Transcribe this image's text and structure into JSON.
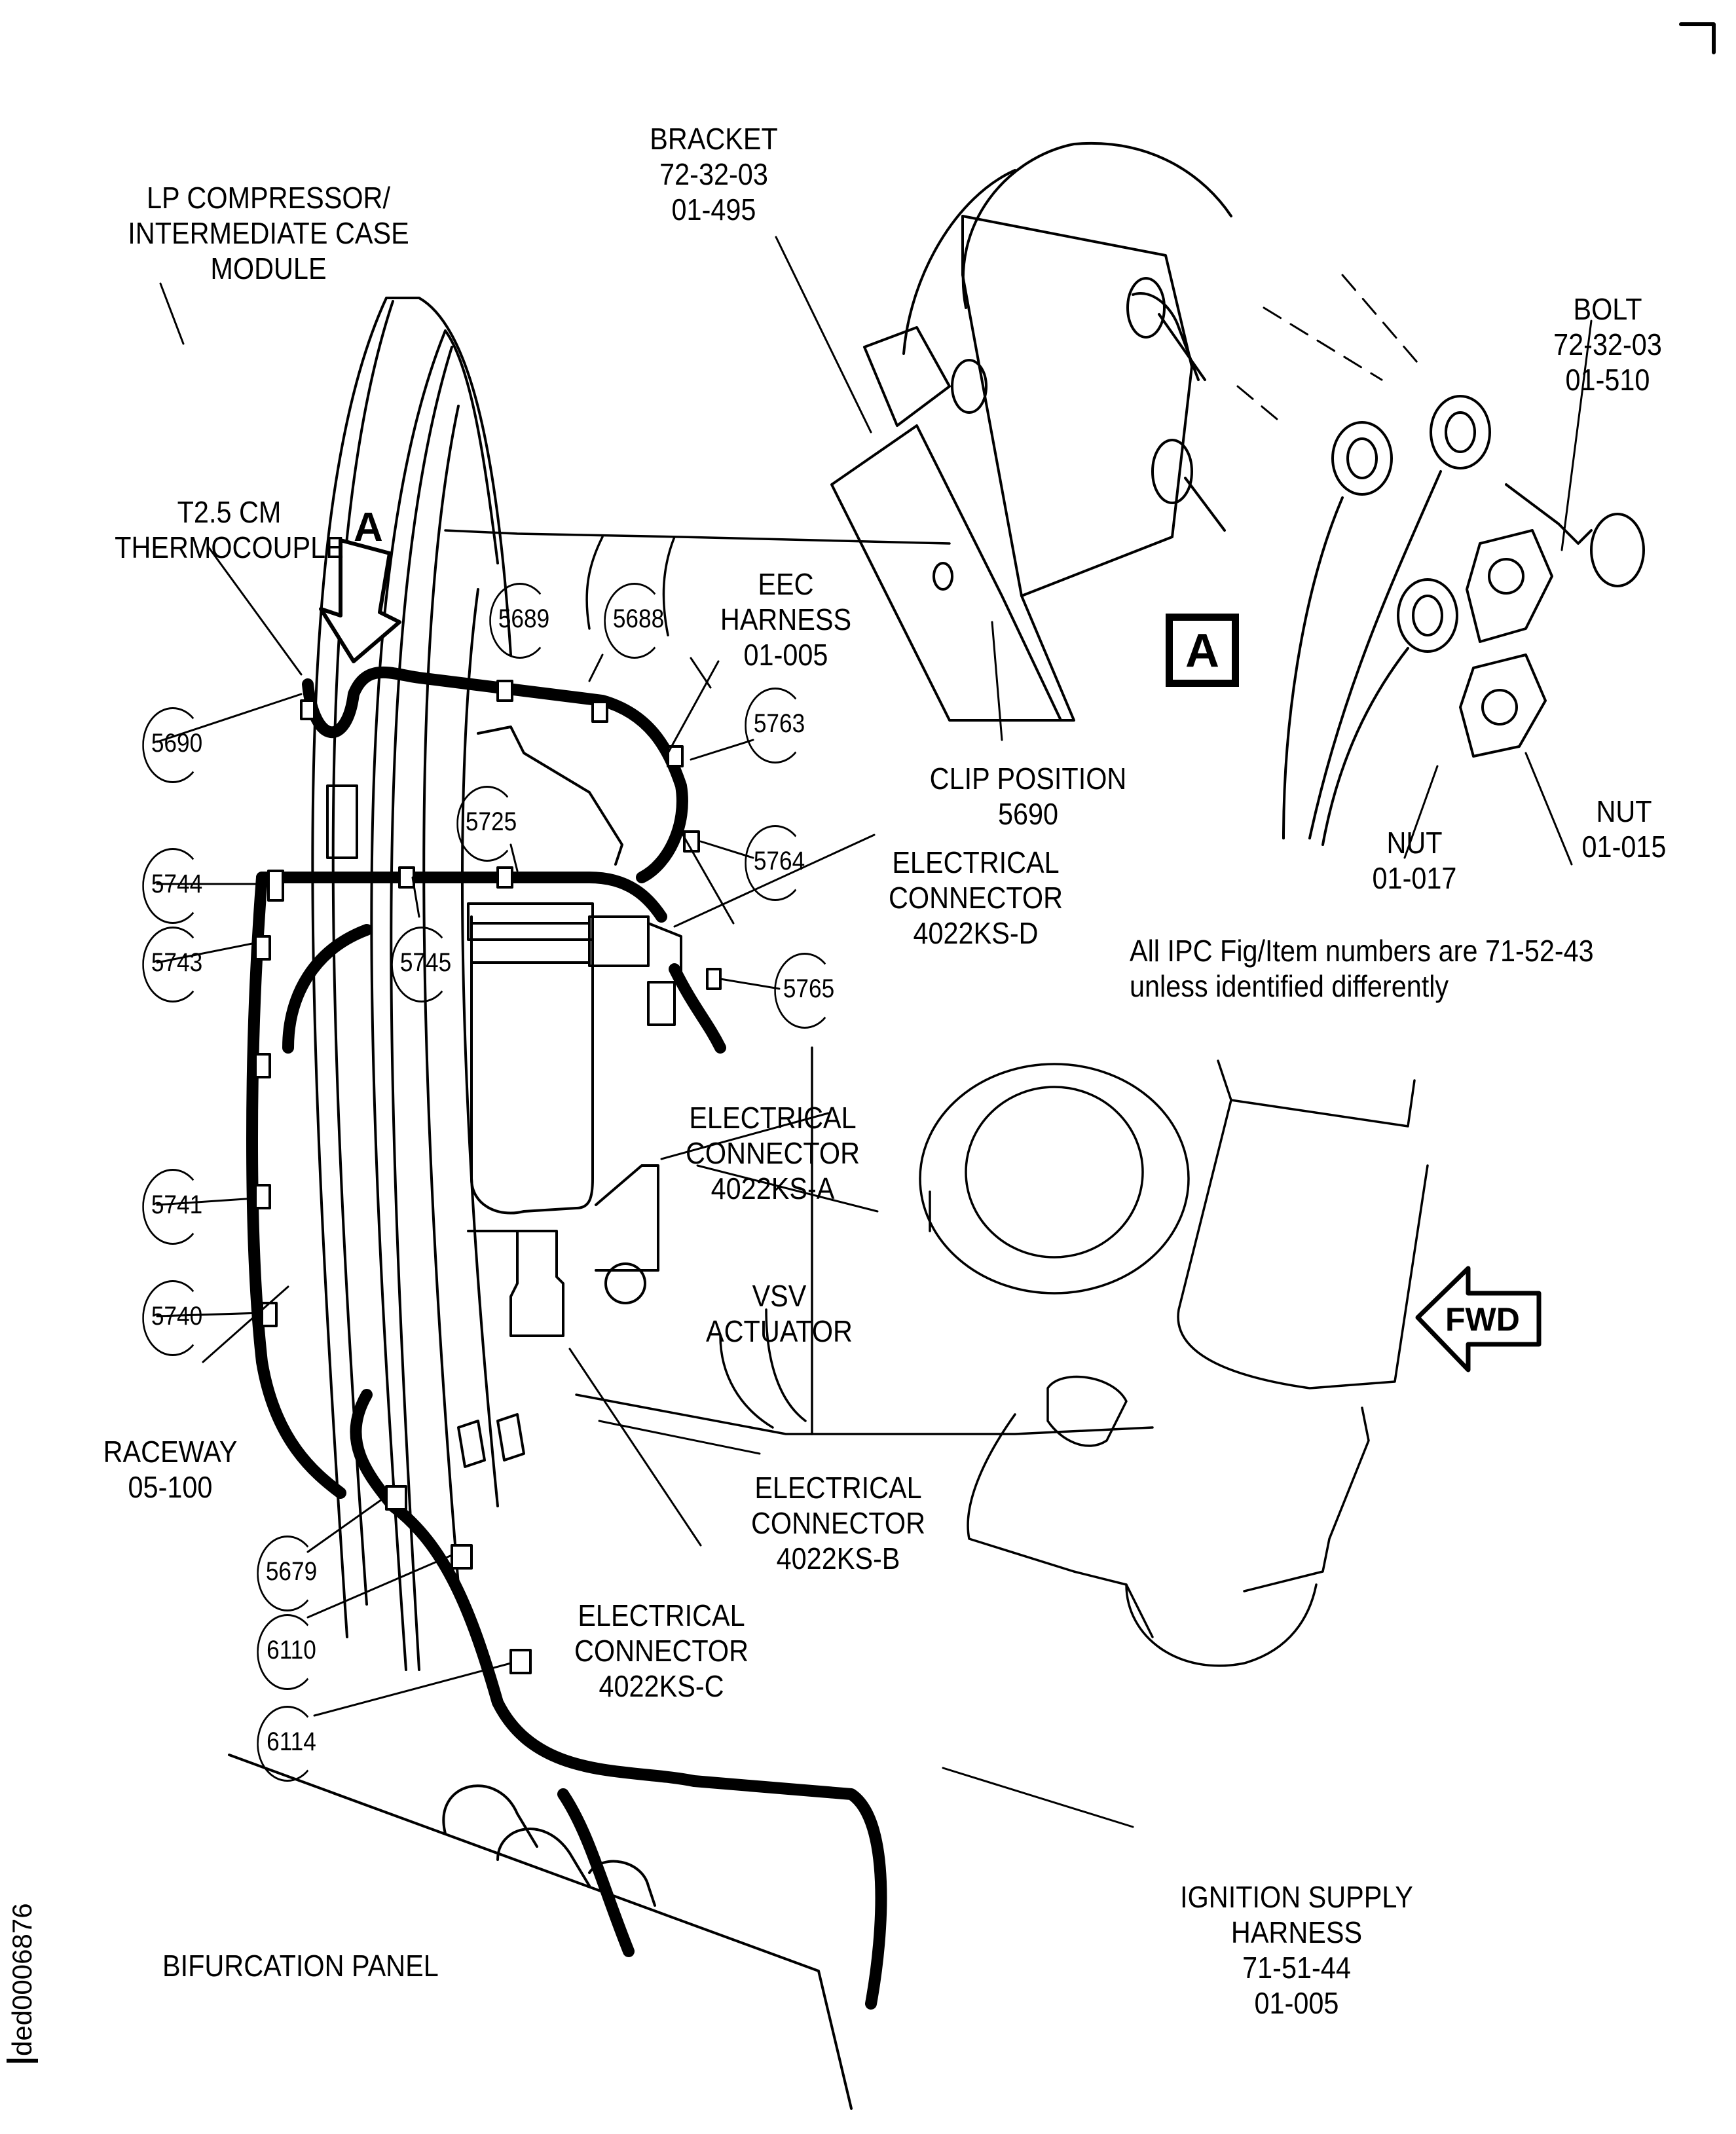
{
  "figure": {
    "document_id": "ded0006876",
    "detail_view_label": "A",
    "section_view_arrow_label": "A",
    "direction_indicator": "FWD",
    "note": "All IPC Fig/Item numbers are 71-52-43\nunless identified differently"
  },
  "labels": {
    "lp_compressor": "LP COMPRESSOR/\nINTERMEDIATE CASE\nMODULE",
    "bracket": "BRACKET\n72-32-03\n01-495",
    "bolt": "BOLT\n72-32-03\n01-510",
    "t25_thermocouple": "T2.5 CM\nTHERMOCOUPLE",
    "eec_harness": "EEC\nHARNESS\n01-005",
    "clip_position": "CLIP POSITION\n5690",
    "nut_017": "NUT\n01-017",
    "nut_015": "NUT\n01-015",
    "connector_d": "ELECTRICAL\nCONNECTOR\n4022KS-D",
    "connector_a": "ELECTRICAL\nCONNECTOR\n4022KS-A",
    "vsv_actuator": "VSV\nACTUATOR",
    "raceway": "RACEWAY\n05-100",
    "connector_b": "ELECTRICAL\nCONNECTOR\n4022KS-B",
    "connector_c": "ELECTRICAL\nCONNECTOR\n4022KS-C",
    "ignition_harness": "IGNITION SUPPLY\nHARNESS\n71-51-44\n01-005",
    "bifurcation_panel": "BIFURCATION PANEL"
  },
  "callouts": [
    {
      "id": "5689"
    },
    {
      "id": "5688"
    },
    {
      "id": "5690"
    },
    {
      "id": "5763"
    },
    {
      "id": "5725"
    },
    {
      "id": "5764"
    },
    {
      "id": "5744"
    },
    {
      "id": "5743"
    },
    {
      "id": "5745"
    },
    {
      "id": "5765"
    },
    {
      "id": "5741"
    },
    {
      "id": "5740"
    },
    {
      "id": "5679"
    },
    {
      "id": "6110"
    },
    {
      "id": "6114"
    }
  ]
}
